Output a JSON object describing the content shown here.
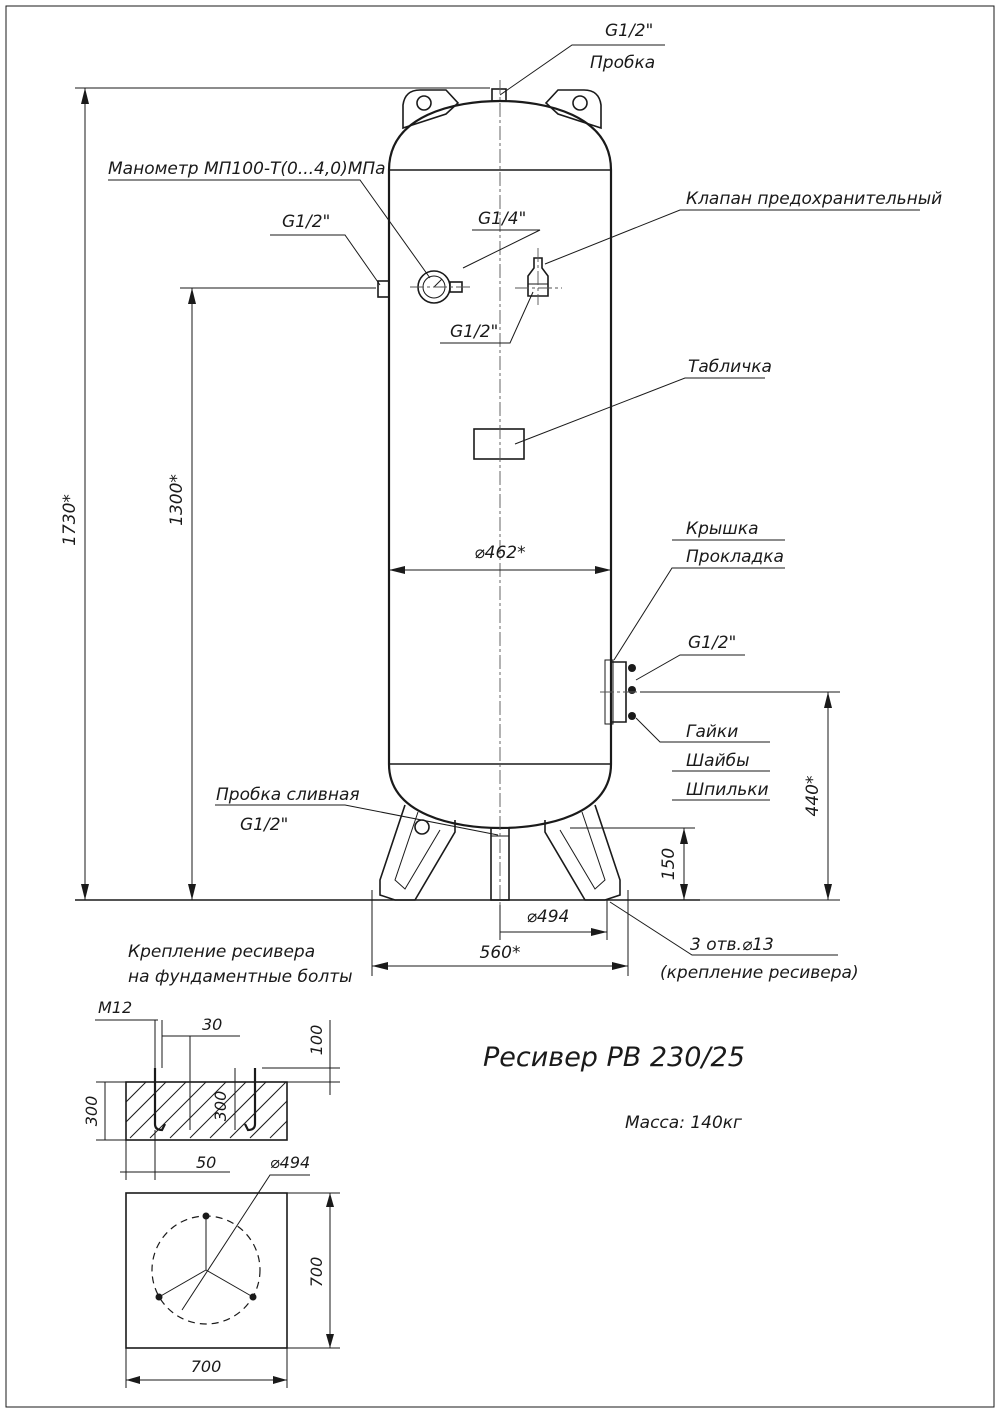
{
  "title": "Ресивер РВ 230/25",
  "mass": "Масса: 140кг",
  "callouts": {
    "top_thread": "G1/2\"",
    "plug": "Пробка",
    "manometer": "Манометр МП100-Т(0...4,0)МПа",
    "left_thread": "G1/2\"",
    "gauge_thread": "G1/4\"",
    "valve_thread": "G1/2\"",
    "safety_valve": "Клапан предохранительный",
    "plate": "Табличка",
    "cover": "Крышка",
    "gasket": "Прокладка",
    "hatch_thread": "G1/2\"",
    "nuts": "Гайки",
    "washers": "Шайбы",
    "studs": "Шпильки",
    "drain_plug": "Пробка сливная",
    "drain_thread": "G1/2\"",
    "holes": "3 отв.⌀13",
    "holes_note": "(крепление ресивера)"
  },
  "dimensions": {
    "overall_height": "1730*",
    "port_height": "1300*",
    "shell_diameter": "⌀462*",
    "hatch_height": "440*",
    "leg_height": "150",
    "bolt_circle": "⌀494",
    "base_width": "560*"
  },
  "foundation": {
    "heading_line1": "Крепление ресивера",
    "heading_line2": "на фундаментные болты",
    "bolt": "М12",
    "offset": "30",
    "embed": "100",
    "depth_outer": "300",
    "depth_inner": "300",
    "edge": "50",
    "circle": "⌀494",
    "side": "700",
    "bottom": "700"
  }
}
